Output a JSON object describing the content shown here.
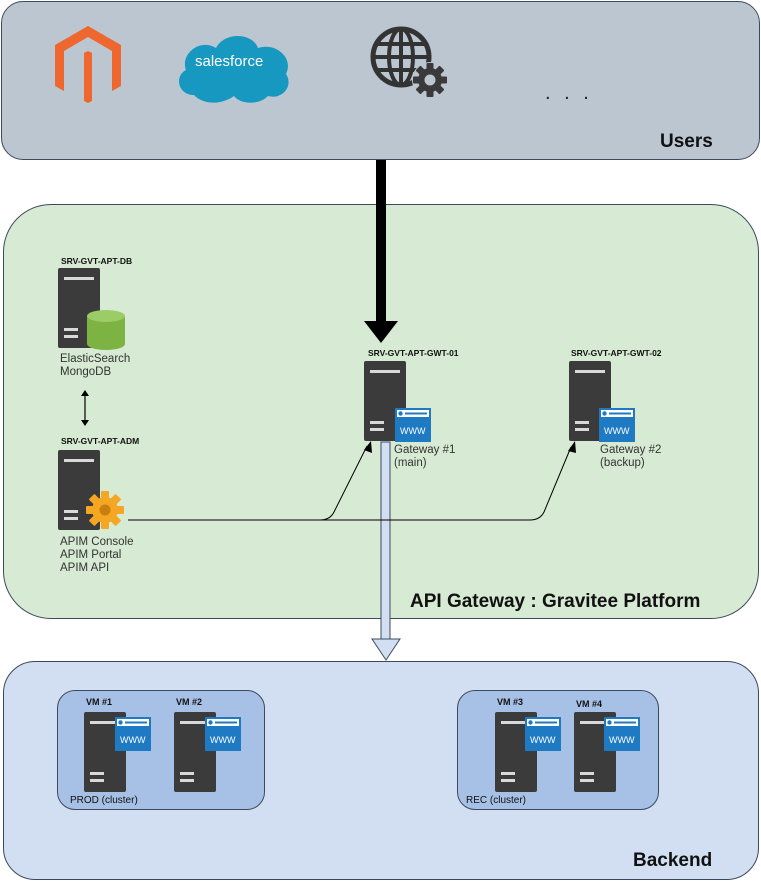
{
  "zones": {
    "users": "Users",
    "gateway": "API Gateway : Gravitee Platform",
    "backend": "Backend"
  },
  "users_icons": {
    "magento": "magento-logo",
    "salesforce_text": "salesforce",
    "web_settings": "globe-gear-icon",
    "more": ". . ."
  },
  "servers": {
    "db": {
      "name": "SRV-GVT-APT-DB",
      "desc": "ElasticSearch\nMongoDB"
    },
    "adm": {
      "name": "SRV-GVT-APT-ADM",
      "desc": "APIM Console\nAPIM Portal\nAPIM API"
    },
    "gwt1": {
      "name": "SRV-GVT-APT-GWT-01",
      "desc": "Gateway #1\n(main)"
    },
    "gwt2": {
      "name": "SRV-GVT-APT-GWT-02",
      "desc": "Gateway #2\n(backup)"
    }
  },
  "www_label": "WWW",
  "clusters": {
    "prod": {
      "label": "PROD (cluster)",
      "vms": [
        "VM #1",
        "VM #2"
      ]
    },
    "rec": {
      "label": "REC (cluster)",
      "vms": [
        "VM #3",
        "VM #4"
      ]
    }
  },
  "colors": {
    "server_body": "#3b3b3b",
    "www_blue": "#1f7ac4",
    "db_green": "#7cb342",
    "gear_orange": "#f5a623",
    "magento_orange": "#ee672f",
    "salesforce_blue": "#1798c1"
  }
}
